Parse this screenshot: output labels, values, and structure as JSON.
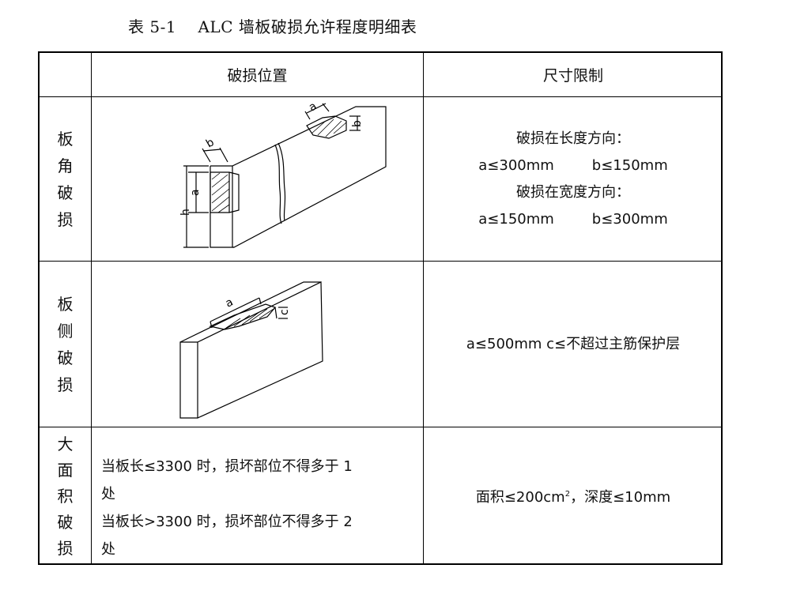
{
  "caption": "表 5-1    ALC 墙板破损允许程度明细表",
  "table": {
    "headers": [
      "破损位置",
      "尺寸限制"
    ],
    "rows": [
      {
        "label_chars": [
          "板",
          "角",
          "破",
          "损"
        ],
        "limits": {
          "length_title": "破损在长度方向：",
          "length_a": "a≤300mm",
          "length_b": "b≤150mm",
          "width_title": "破损在宽度方向：",
          "width_a": "a≤150mm",
          "width_b": "b≤300mm"
        },
        "diagram_labels": {
          "a": "a",
          "b": "b",
          "h": "h"
        }
      },
      {
        "label_chars": [
          "板",
          "侧",
          "破",
          "损"
        ],
        "limits_text": "a≤500mm c≤不超过主筋保护层",
        "diagram_labels": {
          "a": "a",
          "c": "c"
        }
      },
      {
        "label_chars": [
          "大",
          "面",
          "积",
          "破",
          "损"
        ],
        "note_line1": "当板长≤3300 时，损坏部位不得多于 1",
        "note_line2": "处",
        "note_line3": "当板长>3300 时，损坏部位不得多于 2",
        "note_line4": "处",
        "limit_prefix": "面积≤200cm",
        "limit_sup": "2",
        "limit_suffix": "，深度≤10mm"
      }
    ]
  }
}
